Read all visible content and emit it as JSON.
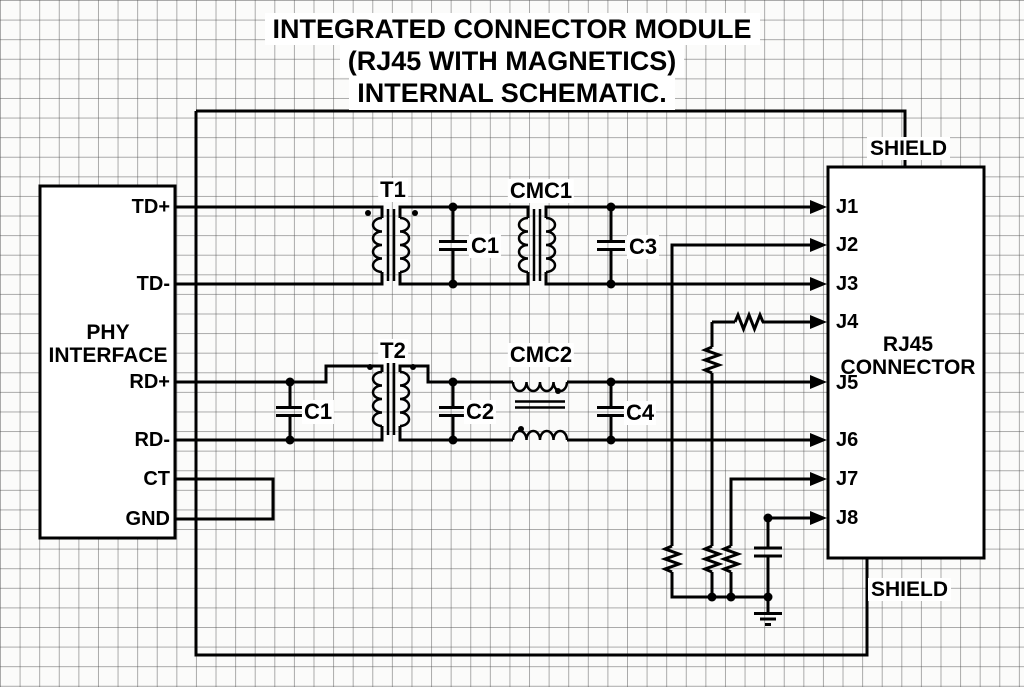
{
  "title": {
    "line1": "INTEGRATED CONNECTOR MODULE",
    "line2": "(RJ45 WITH MAGNETICS)",
    "line3": "INTERNAL SCHEMATIC."
  },
  "phy": {
    "label_line1": "PHY",
    "label_line2": "INTERFACE",
    "pins": [
      {
        "label": "TD+"
      },
      {
        "label": "TD-"
      },
      {
        "label": "RD+"
      },
      {
        "label": "RD-"
      },
      {
        "label": "CT"
      },
      {
        "label": "GND"
      }
    ]
  },
  "components": {
    "t1": "T1",
    "cmc1": "CMC1",
    "c1_td": "C1",
    "c3": "C3",
    "t2": "T2",
    "cmc2": "CMC2",
    "c1_rd": "C1",
    "c2": "C2",
    "c4": "C4"
  },
  "rj45": {
    "label_line1": "RJ45",
    "label_line2": "CONNECTOR",
    "shield_top": "SHIELD",
    "shield_bottom": "SHIELD",
    "pins": [
      {
        "label": "J1"
      },
      {
        "label": "J2"
      },
      {
        "label": "J3"
      },
      {
        "label": "J4"
      },
      {
        "label": "J5"
      },
      {
        "label": "J6"
      },
      {
        "label": "J7"
      },
      {
        "label": "J8"
      }
    ]
  },
  "colors": {
    "wire": "#000000",
    "background": "#fbfbfa"
  }
}
